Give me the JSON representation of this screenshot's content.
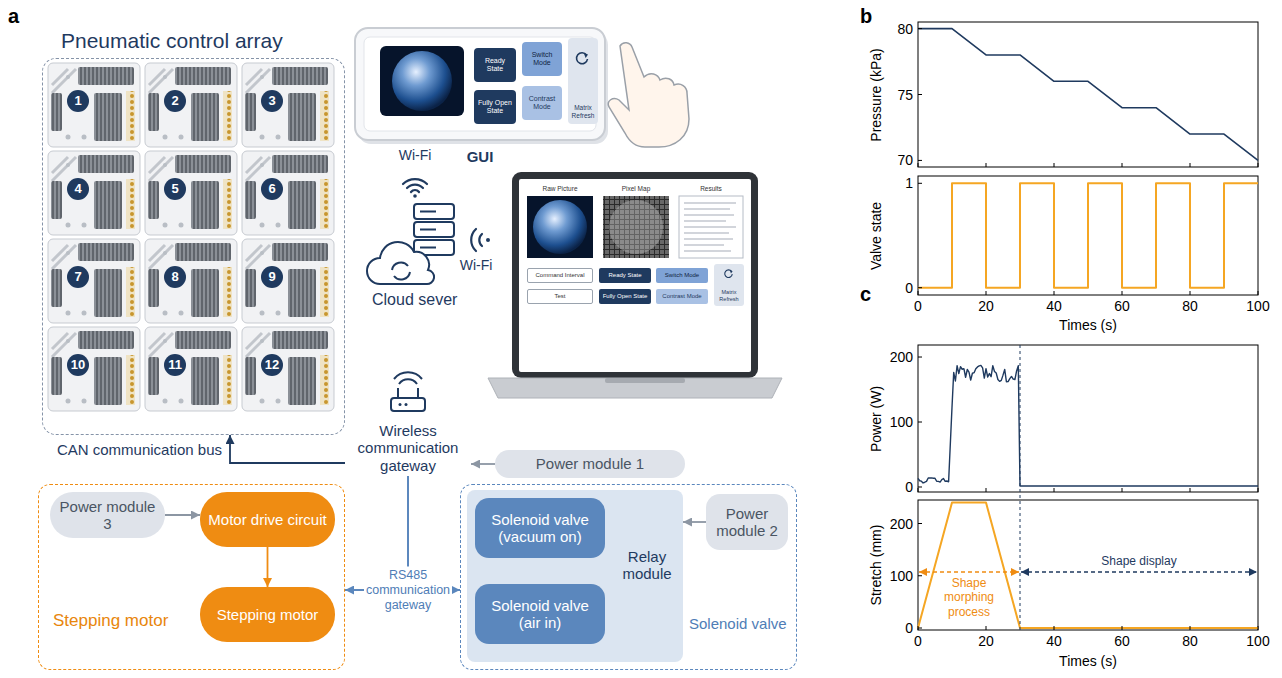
{
  "diagram": {
    "nodes": [
      {
        "text": [
          "Pneumatic control array"
        ]
      },
      {
        "text": [
          "GUI"
        ]
      },
      {
        "text": [
          "Ready State"
        ],
        "in": 1
      },
      {
        "text": [
          "Switch Mode"
        ],
        "in": 1
      },
      {
        "text": [
          "Fully Open State"
        ],
        "in": 1
      },
      {
        "text": [
          "Contrast Mode"
        ],
        "in": 1
      },
      {
        "text": [
          "Matrix Refresh"
        ],
        "in": 1
      },
      {
        "text": [
          "Command Interval"
        ]
      },
      {
        "text": [
          "Ready State"
        ]
      },
      {
        "text": [
          "Switch Mode"
        ]
      },
      {
        "text": [
          "Matrix Refresh"
        ]
      },
      {
        "text": [
          "Test"
        ]
      },
      {
        "text": [
          "Fully Open State"
        ]
      },
      {
        "text": [
          "Contrast Mode"
        ]
      },
      {
        "text": [
          "Wireless communication gateway"
        ]
      },
      {
        "text": [
          "Power module 1"
        ]
      },
      {
        "text": [
          "Stepping motor"
        ]
      },
      {
        "text": [
          "Power module 3"
        ],
        "in": 16
      },
      {
        "text": [
          "Motor drive circuit"
        ],
        "in": 16
      },
      {
        "text": [
          "Stepping motor"
        ],
        "in": 16
      },
      {
        "text": [
          "Solenoid valve"
        ]
      },
      {
        "text": [
          "Relay module"
        ],
        "in": 20
      },
      {
        "text": [
          "Solenoid valve (vacuum on)"
        ],
        "in": 21
      },
      {
        "text": [
          "Solenoid valve (air in)"
        ],
        "in": 21
      },
      {
        "text": [
          "Power module 2"
        ],
        "in": 20
      }
    ],
    "edges": [
      {
        "from": 14,
        "to": 0,
        "arrow": "to",
        "label": "CAN communication bus"
      },
      {
        "from": 15,
        "to": 14,
        "arrow": "to"
      },
      {
        "from": 14,
        "to": 16,
        "arrow": "to"
      },
      {
        "from": 14,
        "to": 20,
        "arrow": "to"
      },
      {
        "from": 17,
        "to": 18,
        "arrow": "to"
      },
      {
        "from": 18,
        "to": 19,
        "arrow": "to"
      },
      {
        "from": 24,
        "to": 21,
        "arrow": "to"
      }
    ],
    "labels": [
      "a",
      "1",
      "2",
      "3",
      "4",
      "5",
      "6",
      "7",
      "8",
      "9",
      "10",
      "11",
      "12",
      "Wi-Fi",
      "Cloud sever",
      "Wi-Fi",
      "Raw Picture",
      "Pixel Map",
      "Results",
      "RS485 communication gateway",
      "b",
      "Pressure (kPa)",
      "80",
      "75",
      "70",
      "Valve state",
      "1",
      "0",
      "0",
      "20",
      "40",
      "60",
      "80",
      "100",
      "Times (s)",
      "c",
      "Power (W)",
      "200",
      "100",
      "0",
      "Stretch (mm)",
      "200",
      "100",
      "0",
      "0",
      "20",
      "40",
      "60",
      "80",
      "100",
      "Times (s)",
      "Shape morphing process",
      "Shape display"
    ]
  }
}
